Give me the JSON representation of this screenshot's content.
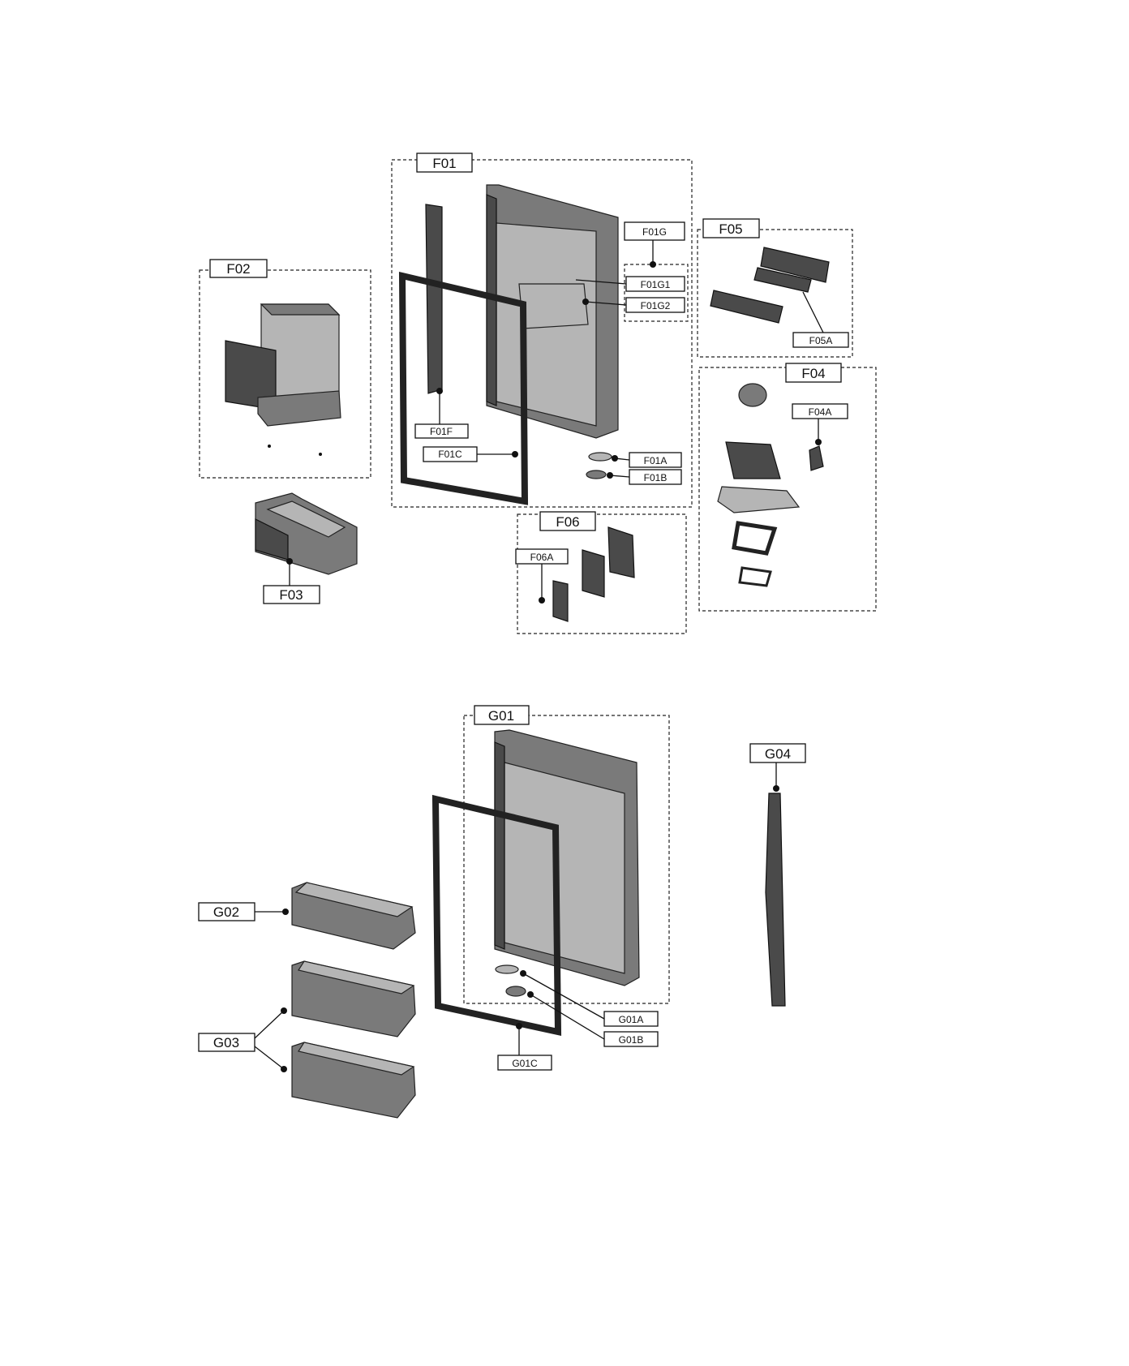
{
  "labels": {
    "F01": "F01",
    "F01G": "F01G",
    "F01G1": "F01G1",
    "F01G2": "F01G2",
    "F01F": "F01F",
    "F01C": "F01C",
    "F01A": "F01A",
    "F01B": "F01B",
    "F02": "F02",
    "F03": "F03",
    "F04": "F04",
    "F04A": "F04A",
    "F05": "F05",
    "F05A": "F05A",
    "F06": "F06",
    "F06A": "F06A",
    "G01": "G01",
    "G01A": "G01A",
    "G01B": "G01B",
    "G01C": "G01C",
    "G02": "G02",
    "G03": "G03",
    "G04": "G04"
  },
  "colors": {
    "line": "#111111",
    "part_fill": "#7a7a7a",
    "background": "#ffffff"
  }
}
